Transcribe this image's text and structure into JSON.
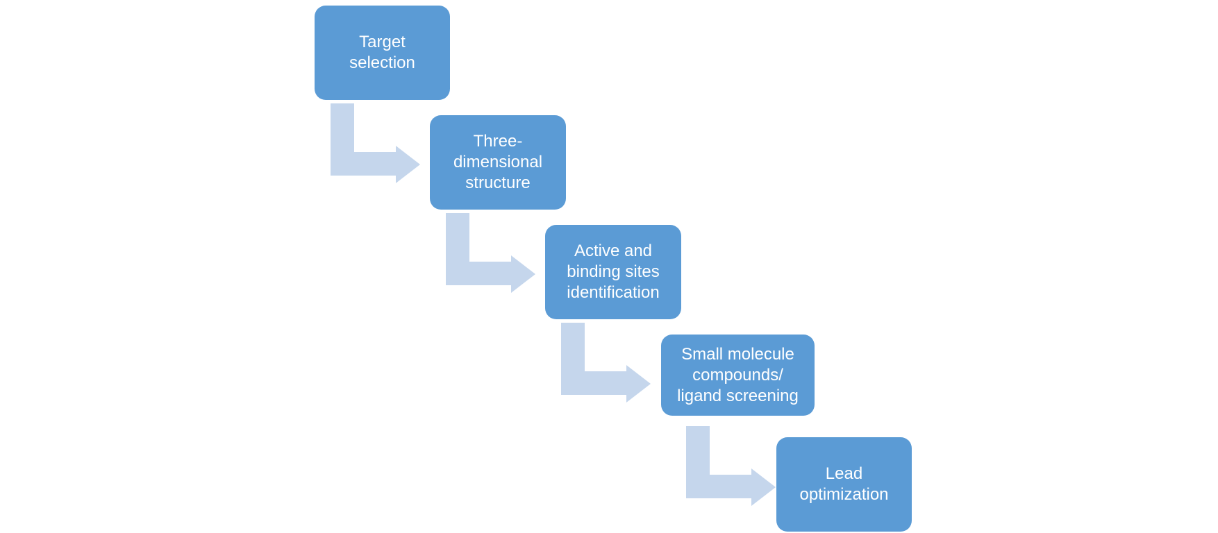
{
  "diagram": {
    "colors": {
      "box_fill": "#5b9bd5",
      "box_text": "#ffffff",
      "arrow_fill": "#c5d6ec",
      "background": "#ffffff"
    },
    "steps": [
      {
        "label": "Target\nselection"
      },
      {
        "label": "Three-\ndimensional\nstructure"
      },
      {
        "label": "Active and\nbinding sites\nidentification"
      },
      {
        "label": "Small molecule\ncompounds/\nligand screening"
      },
      {
        "label": "Lead\noptimization"
      }
    ],
    "connector_icon": "bent-arrow-right"
  }
}
